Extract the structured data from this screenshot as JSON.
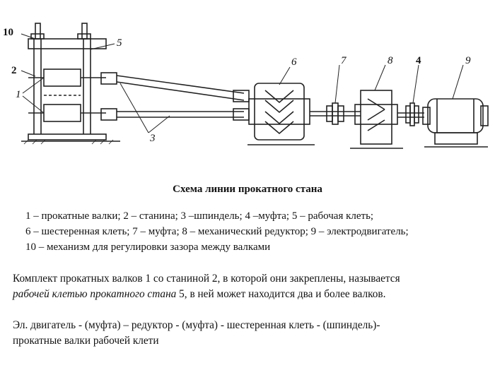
{
  "diagram": {
    "callouts": [
      "10",
      "5",
      "2",
      "1",
      "3",
      "6",
      "7",
      "8",
      "4",
      "9"
    ]
  },
  "caption": "Схема линии прокатного стана",
  "legend": [
    "1 – прокатные валки; 2 – станина; 3 –шпиндель; 4 –муфта; 5 – рабочая клеть;",
    "6 – шестеренная клеть; 7 – муфта; 8 – механический редуктор; 9 – электродвигатель;",
    "10 – механизм для регулировки зазора между валками"
  ],
  "paragraph1": {
    "line1": "Комплект прокатных валков 1 со станиной 2, в которой они закреплены, называется",
    "line2_term": "рабочей клетью прокатного стана",
    "line2_rest": " 5, в ней может находится два и более валков."
  },
  "paragraph2": {
    "line1": "Эл. двигатель - (муфта) – редуктор - (муфта) - шестеренная клеть - (шпиндель)-",
    "line2": "прокатные валки рабочей клети"
  }
}
